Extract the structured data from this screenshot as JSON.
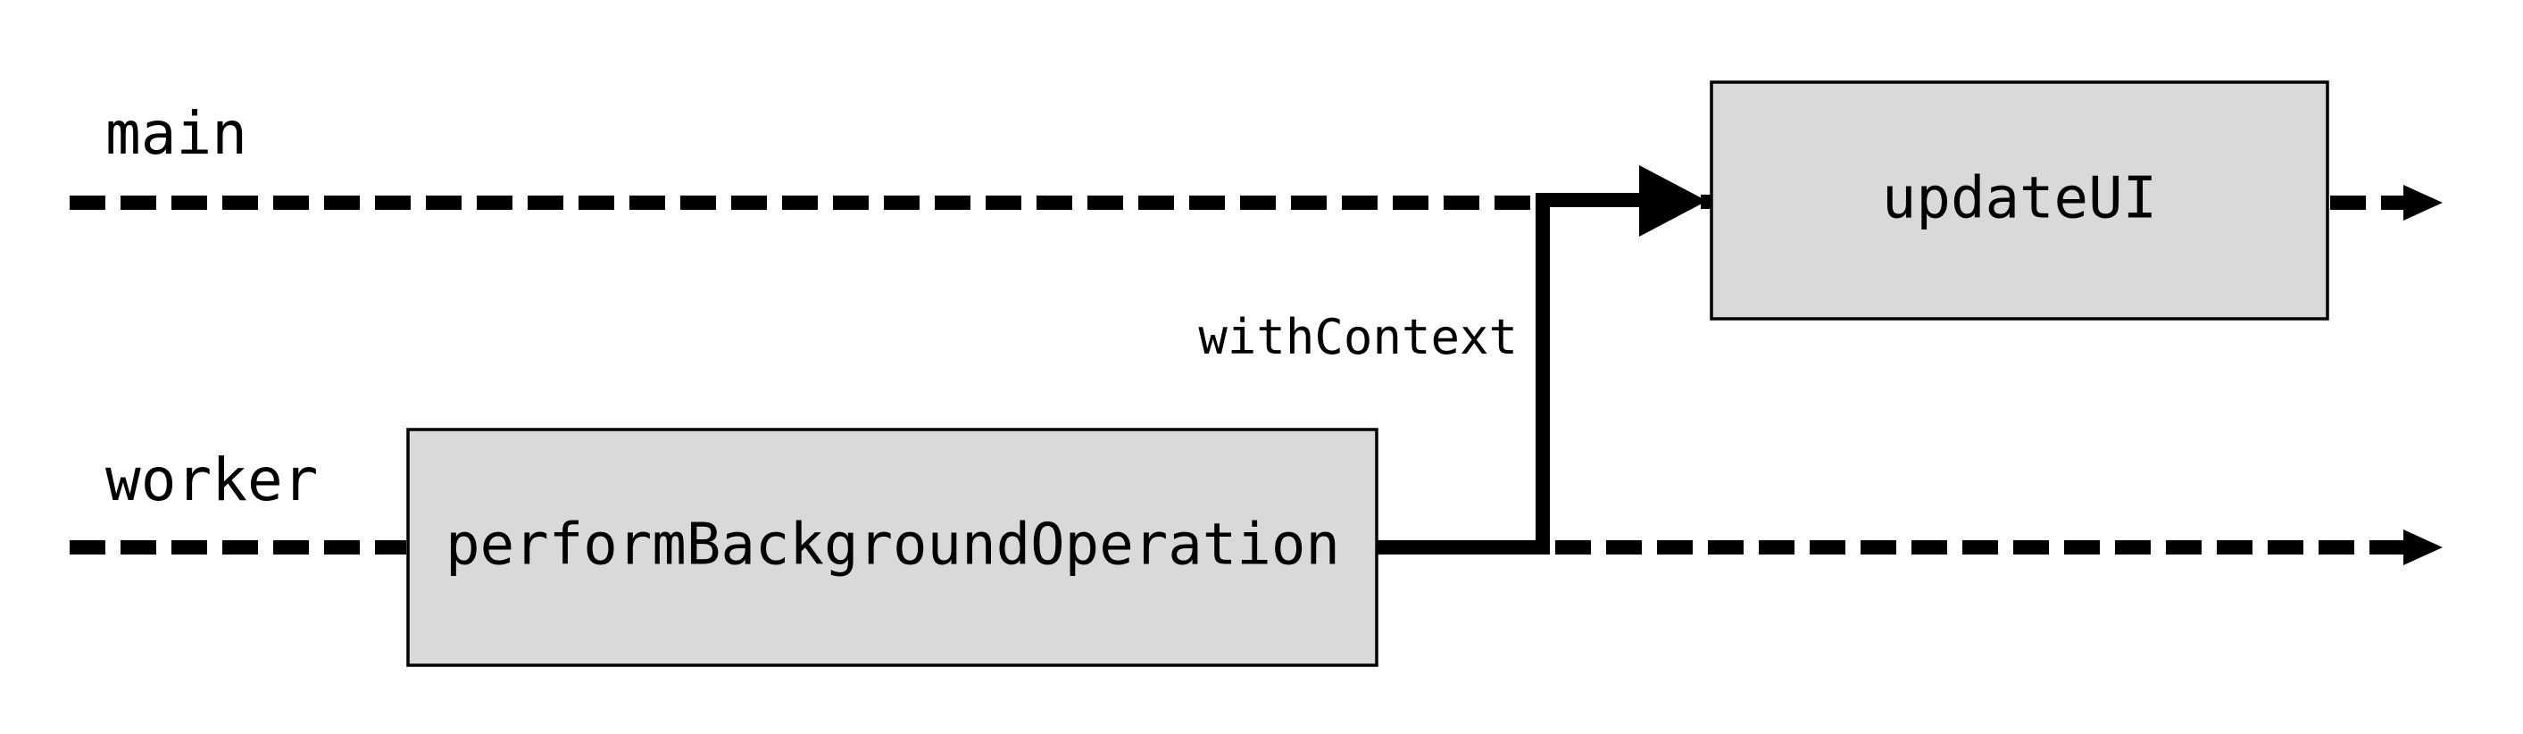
{
  "lanes": {
    "main": {
      "label": "main"
    },
    "worker": {
      "label": "worker"
    }
  },
  "boxes": {
    "update_ui": {
      "label": "updateUI"
    },
    "perform_background": {
      "label": "performBackgroundOperation"
    }
  },
  "transition": {
    "label": "withContext"
  },
  "colors": {
    "box_fill": "#d9d9d9",
    "line": "#000000",
    "background": "#ffffff"
  }
}
